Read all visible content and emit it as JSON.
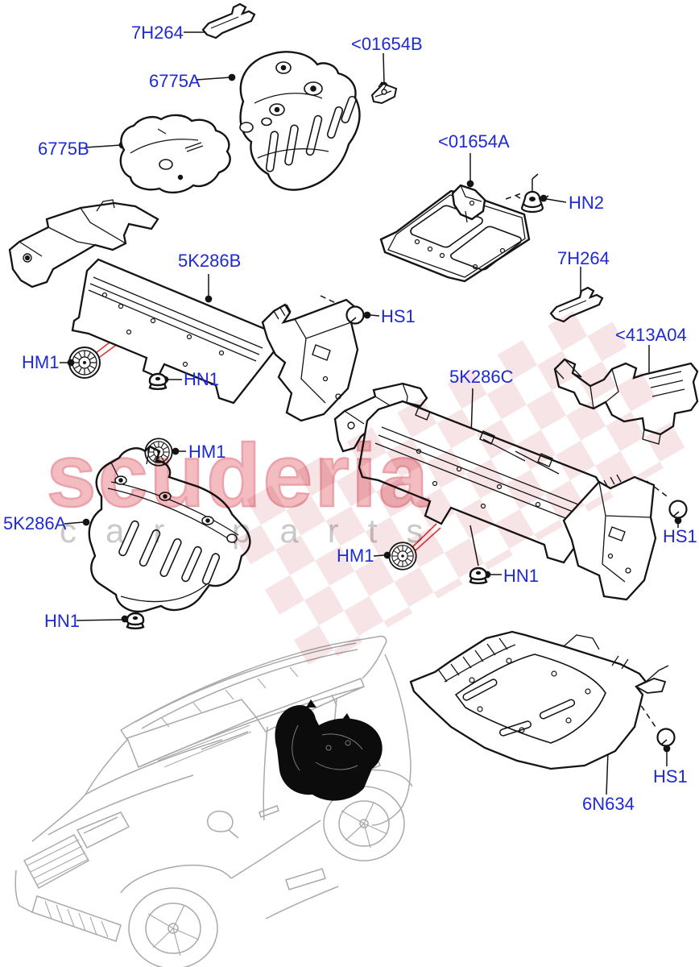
{
  "watermark": {
    "brand": "scuderia",
    "subtext": "car parts"
  },
  "colors": {
    "label_blue": "#1e2ad2",
    "leader_red": "#e23333",
    "line_black": "#141414",
    "car_gray": "#a9a9a9",
    "watermark_pink": "#f3bcc1",
    "watermark_gray": "#c9c9c9"
  },
  "labels": {
    "7h264_top": "7H264",
    "6775a": "6775A",
    "01654b": "<01654B",
    "6775b": "6775B",
    "01654a": "<01654A",
    "hn2": "HN2",
    "5k286b": "5K286B",
    "7h264_mid": "7H264",
    "hs1_top": "HS1",
    "413a04": "<413A04",
    "5k286c": "5K286C",
    "hm1_left": "HM1",
    "hn1_left": "HN1",
    "hm1_mid": "HM1",
    "5k286a": "5K286A",
    "hn1_bottom_left": "HN1",
    "hm1_right": "HM1",
    "hn1_mid": "HN1",
    "hs1_right": "HS1",
    "6n634": "6N634",
    "hs1_bottom": "HS1"
  }
}
